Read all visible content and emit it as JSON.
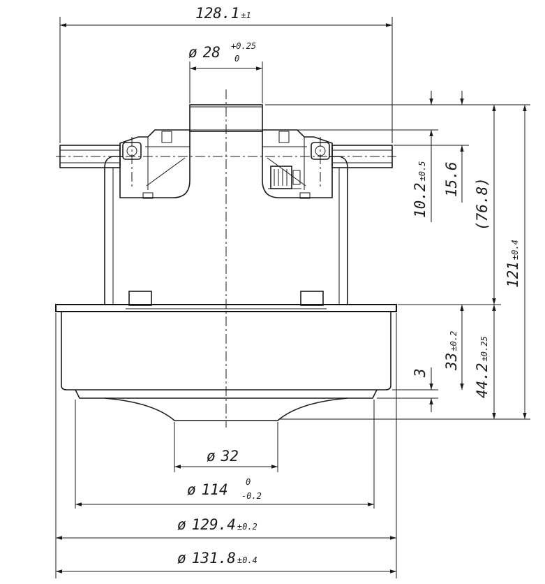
{
  "dimensions": {
    "overall_width": {
      "value": "128.1",
      "tol": "±1"
    },
    "top_boss_dia": {
      "prefix": "ø",
      "value": "28",
      "tol_upper": "+0.25",
      "tol_lower": "0"
    },
    "flange_offset": {
      "value": "10.2",
      "tol": "±0.5"
    },
    "top_height": {
      "value": "15.6"
    },
    "upper_height_ref": {
      "value": "(76.8)"
    },
    "total_height": {
      "value": "121",
      "tol": "±0.4"
    },
    "housing_height": {
      "value": "33",
      "tol": "±0.2"
    },
    "lower_height": {
      "value": "44.2",
      "tol": "±0.25"
    },
    "step_height": {
      "value": "3"
    },
    "outlet_dia": {
      "prefix": "ø",
      "value": "32"
    },
    "skirt_dia": {
      "prefix": "ø",
      "value": "114",
      "tol_upper": "0",
      "tol_lower": "-0.2"
    },
    "housing_dia": {
      "prefix": "ø",
      "value": "129.4",
      "tol": "±0.2"
    },
    "base_dia": {
      "prefix": "ø",
      "value": "131.8",
      "tol": "±0.4"
    }
  }
}
